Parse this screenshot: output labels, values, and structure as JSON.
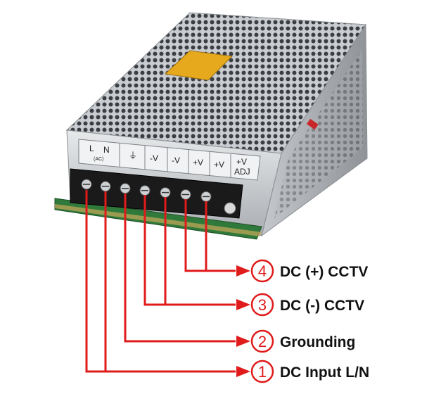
{
  "device": {
    "terminal_labels": [
      "L",
      "N",
      "(AC)",
      "⏚",
      "-V",
      "-V",
      "+V",
      "+V",
      "+V",
      "ADJ"
    ]
  },
  "callouts": [
    {
      "number": "4",
      "label": "DC (+) CCTV"
    },
    {
      "number": "3",
      "label": "DC (-) CCTV"
    },
    {
      "number": "2",
      "label": "Grounding"
    },
    {
      "number": "1",
      "label": "DC Input L/N"
    }
  ],
  "colors": {
    "wire": "#e01b1b",
    "callout_circle": "#e01b1b",
    "label_text": "#111111",
    "housing": "#b9bcc0",
    "terminal_block": "#1a1a1a",
    "pcb": "#2f7a3a"
  }
}
